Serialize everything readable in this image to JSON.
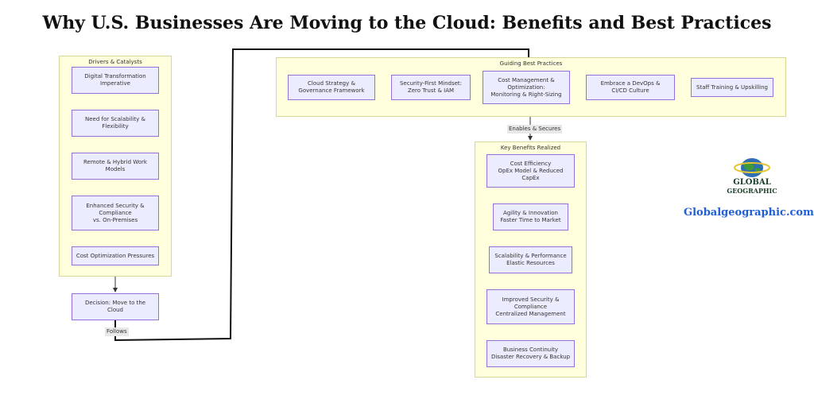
{
  "title": "Why U.S. Businesses Are Moving to the Cloud: Benefits and Best Practices",
  "drivers": {
    "label": "Drivers & Catalysts",
    "nodes": [
      "Digital Transformation\nImperative",
      "Need for Scalability &\nFlexibility",
      "Remote & Hybrid Work\nModels",
      "Enhanced Security &\nCompliance\nvs. On-Premises",
      "Cost Optimization Pressures"
    ]
  },
  "decision": "Decision: Move to the\nCloud",
  "edge_labels": {
    "follows": "Follows",
    "enables": "Enables & Secures"
  },
  "practices": {
    "label": "Guiding Best Practices",
    "nodes": [
      "Cloud Strategy &\nGovernance Framework",
      "Security-First Mindset:\nZero Trust & IAM",
      "Cost Management &\nOptimization:\nMonitoring & Right-Sizing",
      "Embrace a DevOps &\nCI/CD Culture",
      "Staff Training & Upskilling"
    ]
  },
  "benefits": {
    "label": "Key Benefits Realized",
    "nodes": [
      "Cost Efficiency\nOpEx Model & Reduced\nCapEx",
      "Agility & Innovation\nFaster Time to Market",
      "Scalability & Performance\nElastic Resources",
      "Improved Security &\nCompliance\nCentralized Management",
      "Business Continuity\nDisaster Recovery & Backup"
    ]
  },
  "logo": {
    "line1": "GLOBAL",
    "line2": "GEOGRAPHIC"
  },
  "website": "Globalgeographic.com"
}
